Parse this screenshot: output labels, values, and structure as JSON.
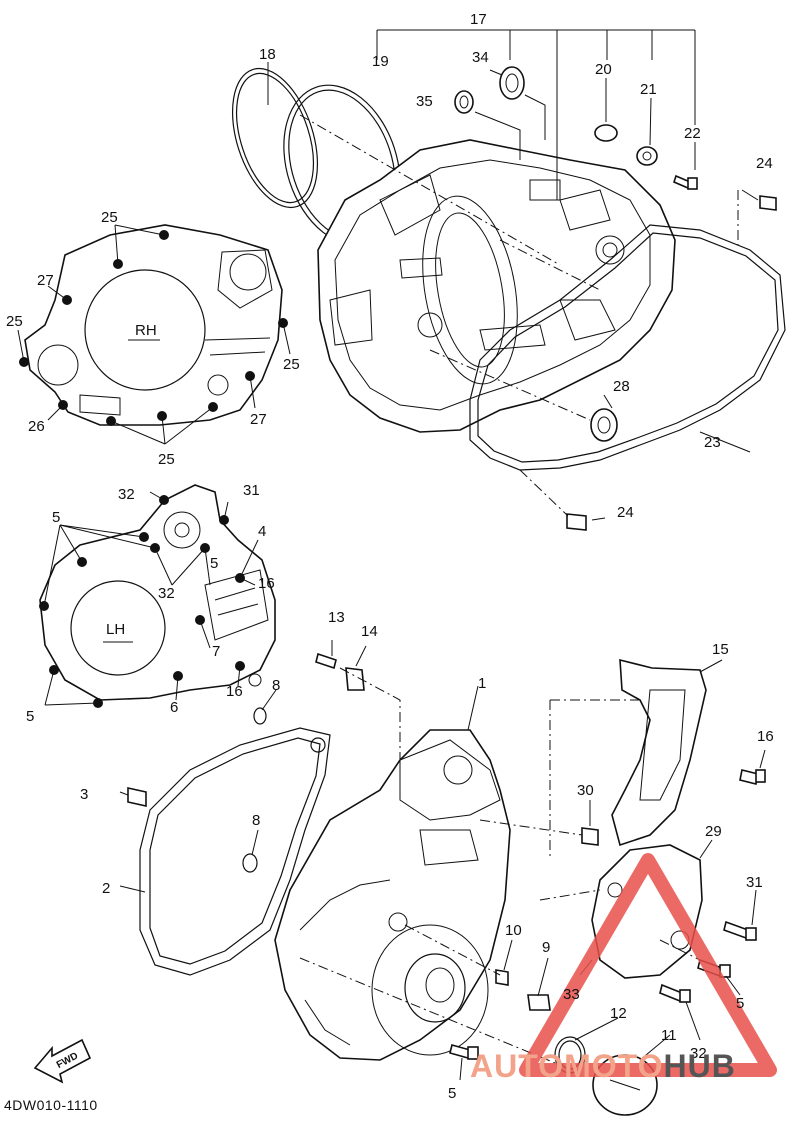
{
  "diagram": {
    "diagram_code": "4DW010-1110",
    "cover_labels": {
      "rh": "RH",
      "lh": "LH"
    },
    "fwd_label": "FWD",
    "callouts": {
      "c1": "1",
      "c2": "2",
      "c3": "3",
      "c4": "4",
      "c5a": "5",
      "c5b": "5",
      "c5c": "5",
      "c5d": "5",
      "c5e": "5",
      "c6": "6",
      "c7": "7",
      "c8a": "8",
      "c8b": "8",
      "c9": "9",
      "c10": "10",
      "c11": "11",
      "c12": "12",
      "c13": "13",
      "c14": "14",
      "c15": "15",
      "c16a": "16",
      "c16b": "16",
      "c16c": "16",
      "c17": "17",
      "c18": "18",
      "c19": "19",
      "c20": "20",
      "c21": "21",
      "c22": "22",
      "c23": "23",
      "c24a": "24",
      "c24b": "24",
      "c25a": "25",
      "c25b": "25",
      "c25c": "25",
      "c25d": "25",
      "c26": "26",
      "c27a": "27",
      "c27b": "27",
      "c28": "28",
      "c29": "29",
      "c30": "30",
      "c31a": "31",
      "c31b": "31",
      "c32a": "32",
      "c32b": "32",
      "c32c": "32",
      "c33": "33",
      "c34": "34",
      "c35": "35"
    }
  },
  "watermark": {
    "part1": "AUTOMOTO",
    "part2": "HUB",
    "colors": {
      "accent": "#f2a38a",
      "dark": "#555555",
      "triangle": "#e8504a"
    }
  }
}
